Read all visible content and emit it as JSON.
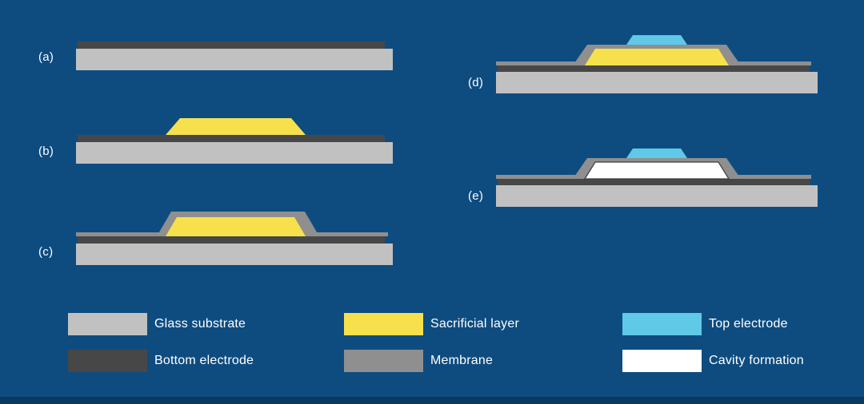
{
  "steps": [
    {
      "label": "(a)"
    },
    {
      "label": "(b)"
    },
    {
      "label": "(c)"
    },
    {
      "label": "(d)"
    },
    {
      "label": "(e)"
    }
  ],
  "legend": [
    {
      "label": "Glass substrate"
    },
    {
      "label": "Bottom electrode"
    },
    {
      "label": "Sacrificial layer"
    },
    {
      "label": "Membrane"
    },
    {
      "label": "Top electrode"
    },
    {
      "label": "Cavity formation"
    }
  ],
  "colors": {
    "background": "#0e4c80",
    "footer": "#093a60",
    "substrate": "#c1c1c1",
    "bottom_electrode": "#474747",
    "sacrificial": "#f6e14d",
    "membrane": "#8f8f8f",
    "top_electrode": "#5fc9e7",
    "cavity": "#ffffff",
    "cavity_outline": "#3c3c3c",
    "text": "#ffffff"
  }
}
